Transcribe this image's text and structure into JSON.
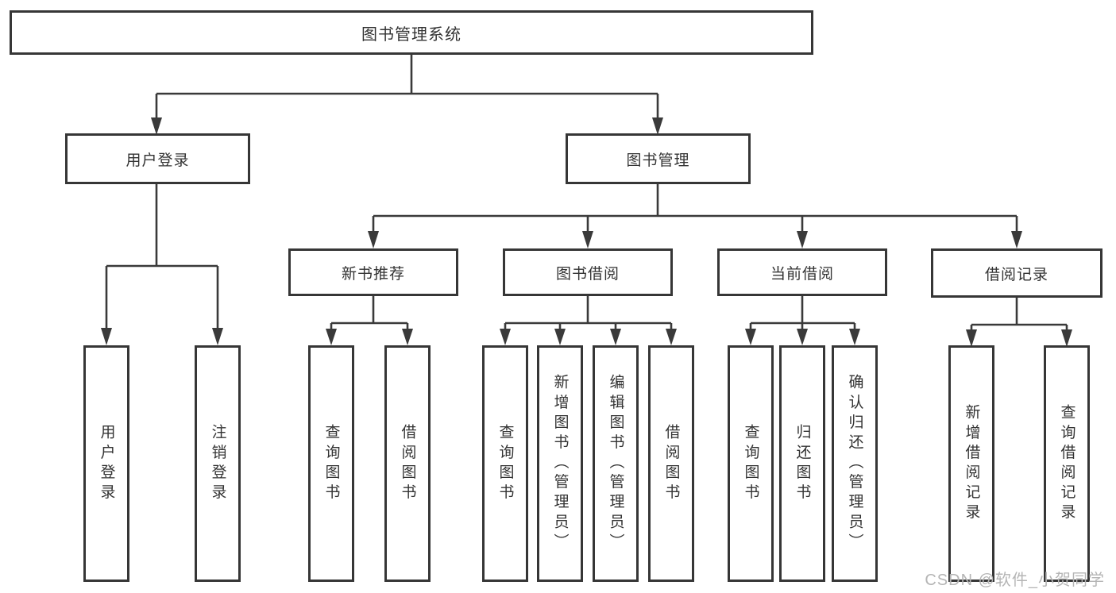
{
  "diagram": {
    "root": {
      "label": "图书管理系统"
    },
    "level2": [
      {
        "label": "用户登录"
      },
      {
        "label": "图书管理"
      }
    ],
    "level3": [
      {
        "label": "新书推荐"
      },
      {
        "label": "图书借阅"
      },
      {
        "label": "当前借阅"
      },
      {
        "label": "借阅记录"
      }
    ],
    "leaves": {
      "user_login": [
        "用户登录",
        "注销登录"
      ],
      "new_book_recommend": [
        "查询图书",
        "借阅图书"
      ],
      "book_borrow": [
        "查询图书",
        "新增图书（管理员）",
        "编辑图书（管理员）",
        "借阅图书"
      ],
      "current_borrow": [
        "查询图书",
        "归还图书",
        "确认归还（管理员）"
      ],
      "borrow_record": [
        "新增借阅记录",
        "查询借阅记录"
      ]
    }
  },
  "watermark": {
    "text": "CSDN @软件_小贺同学"
  },
  "colors": {
    "line": "#3a3a3a",
    "border": "#363636",
    "fill": "#ffffff",
    "text": "#333333",
    "watermark": "#b5b5b5"
  }
}
